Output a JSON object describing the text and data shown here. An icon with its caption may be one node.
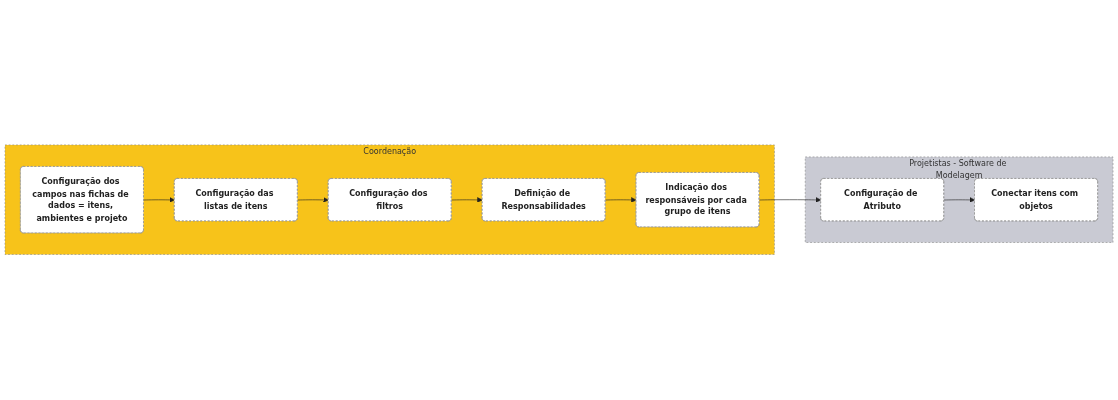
{
  "diagram": {
    "nodes": [
      {
        "text": [
          "Coordenação"
        ]
      },
      {
        "text": [
          "Configuração dos campos nas fichas de dados = itens, ambientes e projeto"
        ],
        "in": 0
      },
      {
        "text": [
          "Configuração das listas de itens"
        ],
        "in": 0
      },
      {
        "text": [
          "Configuração dos filtros"
        ],
        "in": 0
      },
      {
        "text": [
          "Definição de Responsabilidades"
        ],
        "in": 0
      },
      {
        "text": [
          "Indicação dos responsáveis por cada grupo de itens"
        ],
        "in": 0
      },
      {
        "text": [
          "Projetistas - Software de Modelagem"
        ]
      },
      {
        "text": [
          "Conectar itens com objetos"
        ],
        "in": 6
      },
      {
        "text": [
          "Configuração de Atributo"
        ],
        "in": 6
      }
    ],
    "edges": [
      {
        "from": 1,
        "to": 2,
        "arrow": "to"
      },
      {
        "from": 2,
        "to": 3,
        "arrow": "to"
      },
      {
        "from": 3,
        "to": 4,
        "arrow": "to"
      },
      {
        "from": 4,
        "to": 5,
        "arrow": "to"
      },
      {
        "from": 5,
        "to": 8,
        "arrow": "to"
      },
      {
        "from": 8,
        "to": 7,
        "arrow": "to"
      }
    ]
  }
}
